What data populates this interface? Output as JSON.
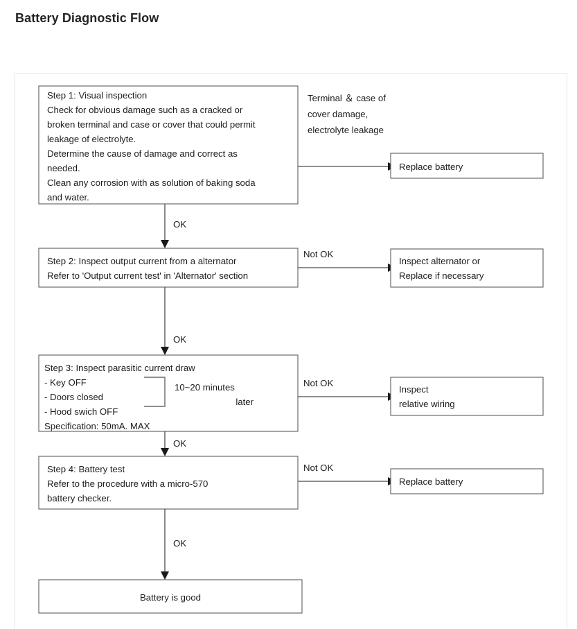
{
  "page": {
    "title": "Battery Diagnostic Flow",
    "background": "#ffffff",
    "card_border_color": "#e3e3e3",
    "box_border_color": "#6a6a6a",
    "line_color": "#4a4a4a",
    "text_color": "#1c1c1c"
  },
  "chart_data": {
    "type": "diagram",
    "title": "Battery Diagnostic Flow",
    "nodes": [
      {
        "id": "step1",
        "kind": "process",
        "lines": [
          "Step 1: Visual inspection",
          "Check for obvious damage such as a cracked or",
          "broken terminal and case or cover that could permit",
          "leakage of electrolyte.",
          "Determine the cause of damage and correct as",
          "needed.",
          "Clean any corrosion with as solution of baking soda",
          "and water."
        ]
      },
      {
        "id": "step2",
        "kind": "process",
        "lines": [
          "Step 2: Inspect output current from a alternator",
          "Refer to 'Output current test' in 'Alternator' section"
        ]
      },
      {
        "id": "step3",
        "kind": "process",
        "lines": [
          "Step 3: Inspect parasitic current draw",
          " - Key OFF",
          " - Doors closed",
          " - Hood swich OFF",
          "   Specification: 50mA. MAX"
        ],
        "inset_note_line1": "10~20 minutes",
        "inset_note_line2": "later"
      },
      {
        "id": "step4",
        "kind": "process",
        "lines": [
          "Step 4: Battery test",
          "Refer to the procedure with a micro-570",
          "battery checker."
        ]
      },
      {
        "id": "result_good",
        "kind": "terminal",
        "lines": [
          "Battery is good"
        ]
      },
      {
        "id": "out1",
        "kind": "outcome",
        "lines": [
          "Replace battery"
        ]
      },
      {
        "id": "out2",
        "kind": "outcome",
        "lines": [
          "Inspect alternator or",
          "Replace if necessary"
        ]
      },
      {
        "id": "out3",
        "kind": "outcome",
        "lines": [
          "Inspect",
          "relative wiring"
        ]
      },
      {
        "id": "out4",
        "kind": "outcome",
        "lines": [
          "Replace battery"
        ]
      }
    ],
    "annotations": [
      {
        "id": "note_step1",
        "lines": [
          "Terminal ＆ case of",
          "cover damage,",
          "electrolyte leakage"
        ]
      }
    ],
    "edges": [
      {
        "id": "e_s1_out1",
        "from": "step1",
        "to": "out1",
        "label": "",
        "direction": "right"
      },
      {
        "id": "e_s1_s2",
        "from": "step1",
        "to": "step2",
        "label": "OK",
        "direction": "down"
      },
      {
        "id": "e_s2_out2",
        "from": "step2",
        "to": "out2",
        "label": "Not OK",
        "direction": "right"
      },
      {
        "id": "e_s2_s3",
        "from": "step2",
        "to": "step3",
        "label": "OK",
        "direction": "down"
      },
      {
        "id": "e_s3_out3",
        "from": "step3",
        "to": "out3",
        "label": "Not OK",
        "direction": "right"
      },
      {
        "id": "e_s3_s4",
        "from": "step3",
        "to": "step4",
        "label": "OK",
        "direction": "down"
      },
      {
        "id": "e_s4_out4",
        "from": "step4",
        "to": "out4",
        "label": "Not OK",
        "direction": "right"
      },
      {
        "id": "e_s4_good",
        "from": "step4",
        "to": "result_good",
        "label": "OK",
        "direction": "down"
      }
    ]
  }
}
